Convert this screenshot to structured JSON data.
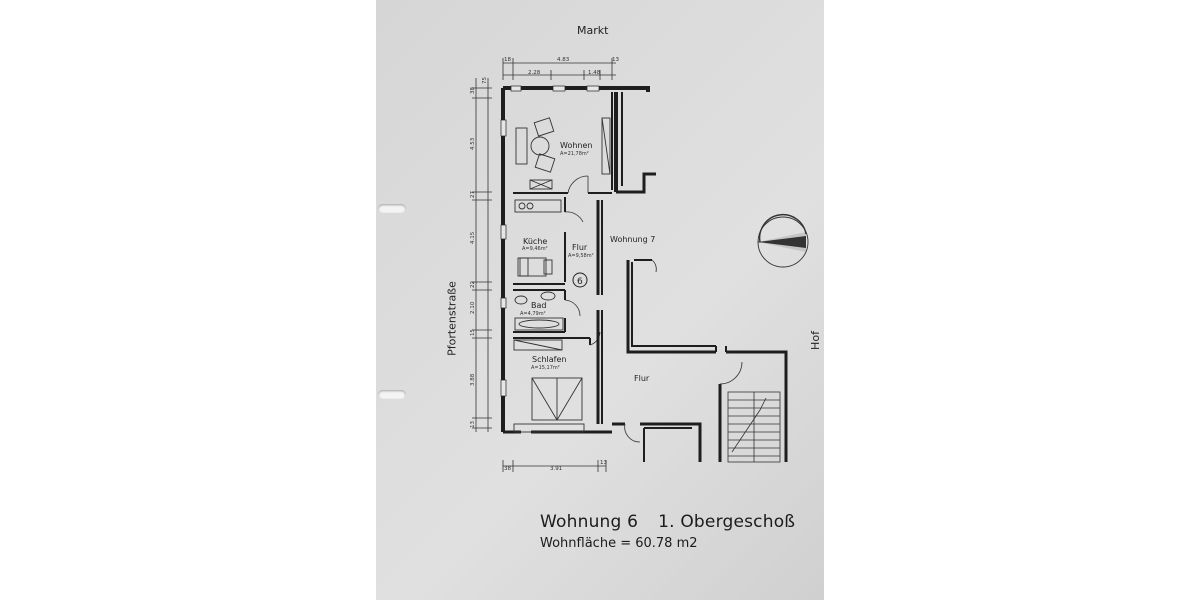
{
  "streets": {
    "north": "Markt",
    "west": "Pfortenstraße",
    "east": "Hof"
  },
  "rooms": [
    {
      "name": "Wohnen",
      "area": "A=21,78m²"
    },
    {
      "name": "Küche",
      "area": "A=9,46m²"
    },
    {
      "name": "Flur",
      "area": "A=9,58m²"
    },
    {
      "name": "Bad",
      "area": "A=4,79m²"
    },
    {
      "name": "Schlafen",
      "area": "A=15,17m²"
    }
  ],
  "apartment_number": "6",
  "neighbor": {
    "wohnung7": "Wohnung 7",
    "flur": "Flur"
  },
  "dimensions": {
    "top": [
      "18",
      "4.83",
      "13",
      "2.28",
      "1.48"
    ],
    "bottom": [
      "38",
      "3.91",
      "13"
    ],
    "left": [
      "38",
      "75",
      "4.53",
      "27",
      "4.15",
      "22",
      "2.10",
      "15",
      "3.88",
      "13"
    ]
  },
  "caption": {
    "title": "Wohnung 6",
    "floor": "1. Obergeschoß",
    "area": "Wohnfläche = 60.78 m2"
  }
}
